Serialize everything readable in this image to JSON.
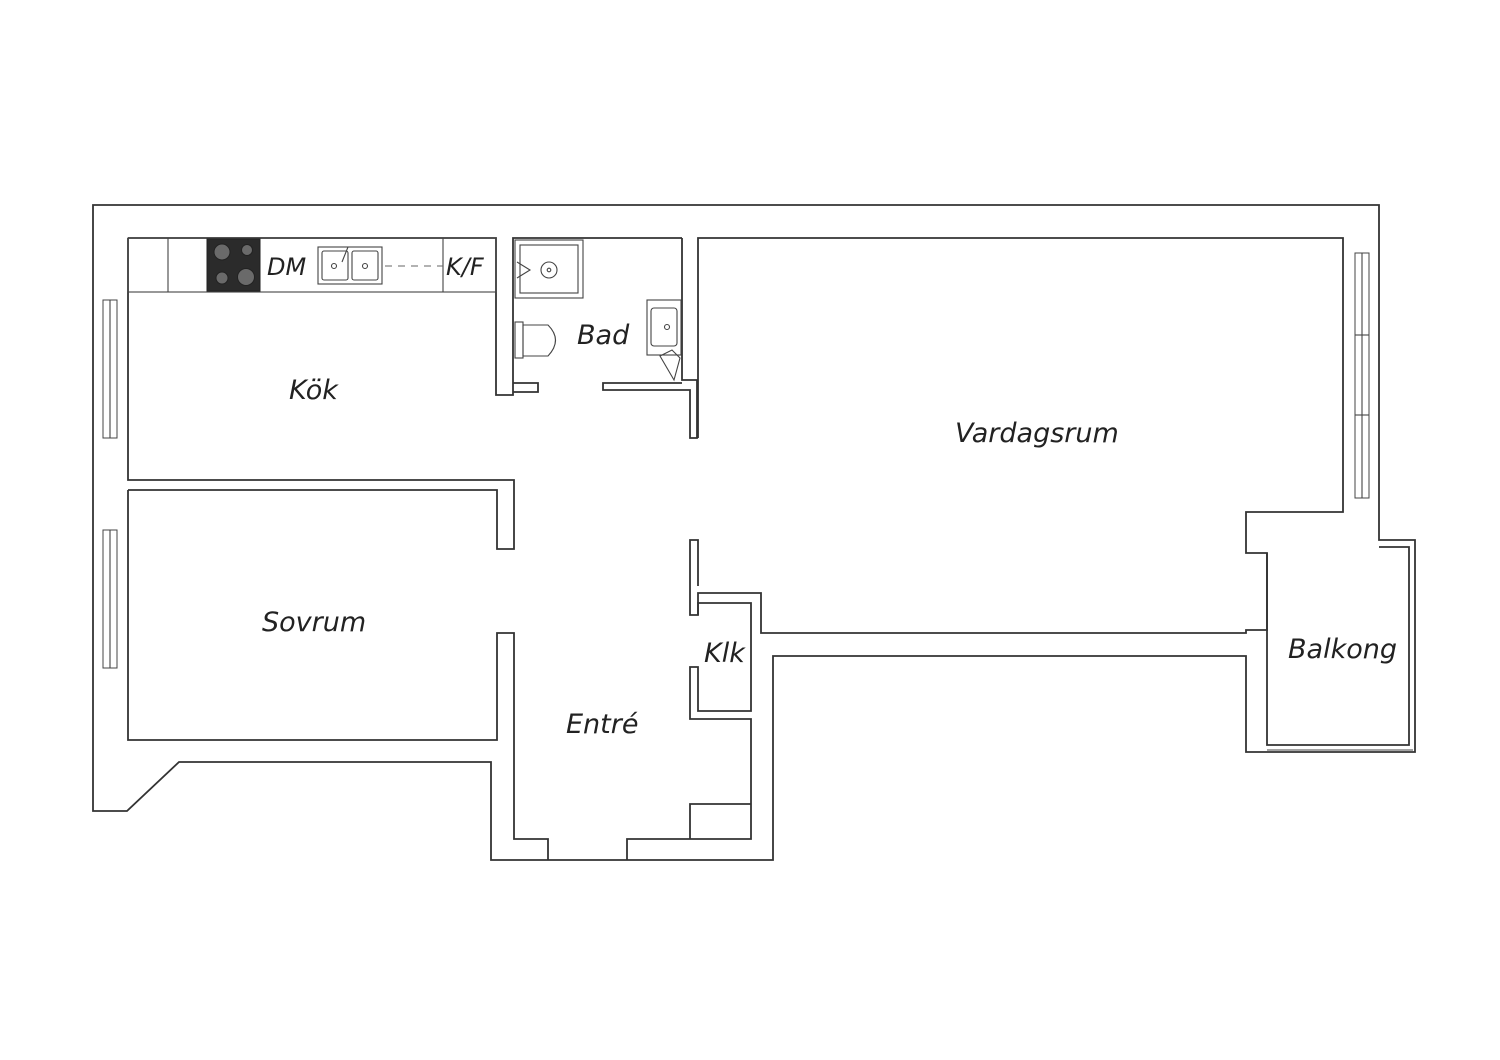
{
  "rooms": {
    "kok": "Kök",
    "bad": "Bad",
    "vardagsrum": "Vardagsrum",
    "sovrum": "Sovrum",
    "entre": "Entré",
    "klk": "Klk",
    "balkong": "Balkong"
  },
  "fixtures": {
    "dm": "DM",
    "kf": "K/F"
  },
  "colors": {
    "wall": "#333333",
    "stove": "#2b2b2b",
    "background": "#ffffff"
  }
}
